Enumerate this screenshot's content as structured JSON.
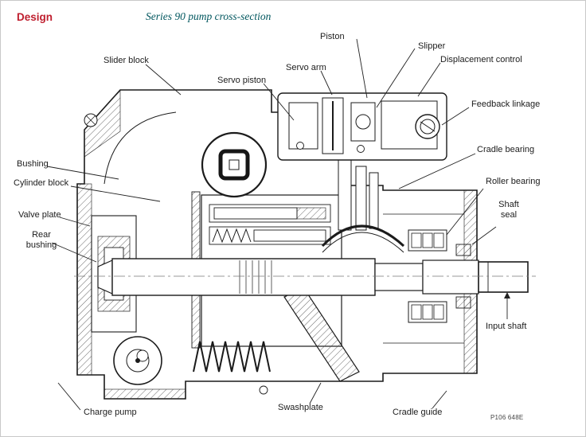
{
  "header": {
    "title": "Design",
    "subtitle": "Series 90 pump cross-section"
  },
  "labels": {
    "piston": "Piston",
    "slipper": "Slipper",
    "displacement_control": "Displacement control",
    "servo_arm": "Servo arm",
    "servo_piston": "Servo piston",
    "slider_block": "Slider block",
    "feedback_linkage": "Feedback linkage",
    "cradle_bearing": "Cradle bearing",
    "bushing": "Bushing",
    "cylinder_block": "Cylinder block",
    "roller_bearing": "Roller bearing",
    "valve_plate": "Valve plate",
    "shaft_seal": "Shaft seal",
    "rear_bushing": "Rear bushing",
    "input_shaft": "Input shaft",
    "charge_pump": "Charge pump",
    "swashplate": "Swashplate",
    "cradle_guide": "Cradle guide"
  },
  "footer": {
    "part_number": "P106 648E"
  },
  "colors": {
    "title_red": "#bf1e2e",
    "subtitle_teal": "#00565e",
    "line": "#1b1b1b"
  }
}
